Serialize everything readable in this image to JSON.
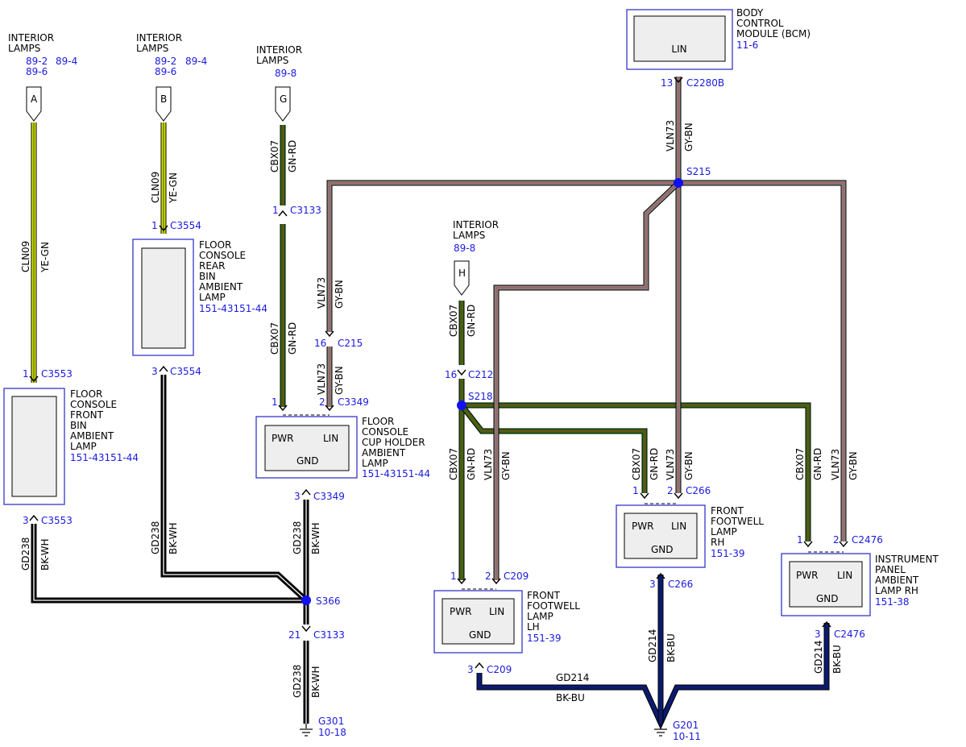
{
  "refs": {
    "A": {
      "title": [
        "INTERIOR",
        "LAMPS"
      ],
      "pages": [
        "89-2",
        "89-4",
        "89-6"
      ],
      "letter": "A"
    },
    "B": {
      "title": [
        "INTERIOR",
        "LAMPS"
      ],
      "pages": [
        "89-2",
        "89-4",
        "89-6"
      ],
      "letter": "B"
    },
    "G": {
      "title": [
        "INTERIOR",
        "LAMPS"
      ],
      "pages": [
        "89-8"
      ],
      "letter": "G"
    },
    "H": {
      "title": [
        "INTERIOR",
        "LAMPS"
      ],
      "pages": [
        "89-8"
      ],
      "letter": "H"
    }
  },
  "bcm": {
    "title": [
      "BODY",
      "CONTROL",
      "MODULE (BCM)"
    ],
    "page": "11-6",
    "pin_label": "LIN",
    "pin": "13",
    "connector": "C2280B"
  },
  "components": {
    "front_bin": {
      "title": [
        "FLOOR",
        "CONSOLE",
        "FRONT",
        "BIN",
        "AMBIENT",
        "LAMP"
      ],
      "page": "151-43151-44"
    },
    "rear_bin": {
      "title": [
        "FLOOR",
        "CONSOLE",
        "REAR",
        "BIN",
        "AMBIENT",
        "LAMP"
      ],
      "page": "151-43151-44"
    },
    "cup_holder": {
      "title": [
        "FLOOR",
        "CONSOLE",
        "CUP HOLDER",
        "AMBIENT",
        "LAMP"
      ],
      "page": "151-43151-44",
      "pins": [
        "PWR",
        "LIN",
        "GND"
      ]
    },
    "footwell_lh": {
      "title": [
        "FRONT",
        "FOOTWELL",
        "LAMP",
        "LH"
      ],
      "page": "151-39",
      "pins": [
        "PWR",
        "LIN",
        "GND"
      ]
    },
    "footwell_rh": {
      "title": [
        "FRONT",
        "FOOTWELL",
        "LAMP",
        "RH"
      ],
      "page": "151-39",
      "pins": [
        "PWR",
        "LIN",
        "GND"
      ]
    },
    "ip_lamp": {
      "title": [
        "INSTRUMENT",
        "PANEL",
        "AMBIENT",
        "LAMP RH"
      ],
      "page": "151-38",
      "pins": [
        "PWR",
        "LIN",
        "GND"
      ]
    }
  },
  "wires": {
    "cln09": "CLN09",
    "ye_gn": "YE-GN",
    "cbx07": "CBX07",
    "gn_rd": "GN-RD",
    "vln73": "VLN73",
    "gy_bn": "GY-BN",
    "gd238": "GD238",
    "bk_wh": "BK-WH",
    "gd214": "GD214",
    "bk_bu": "BK-BU"
  },
  "connectors": {
    "c3553": "C3553",
    "c3554": "C3554",
    "c3133": "C3133",
    "c3349": "C3349",
    "c215": "C215",
    "c212": "C212",
    "c209": "C209",
    "c266": "C266",
    "c2476": "C2476"
  },
  "pins": {
    "p1": "1",
    "p2": "2",
    "p3": "3",
    "p16": "16",
    "p21": "21"
  },
  "splices": {
    "s215": "S215",
    "s218": "S218",
    "s366": "S366"
  },
  "grounds": {
    "g301": "G301",
    "g301_page": "10-18",
    "g201": "G201",
    "g201_page": "10-11"
  },
  "colors": {
    "ye_gn": "#d4e600",
    "gn_rd": "#2e6e12",
    "gy_bn": "#8a7f7f",
    "bk_wh": "#111111",
    "bk_bu": "#0c1a6e",
    "accent": "#1a1adf",
    "box": "#3535c8"
  }
}
